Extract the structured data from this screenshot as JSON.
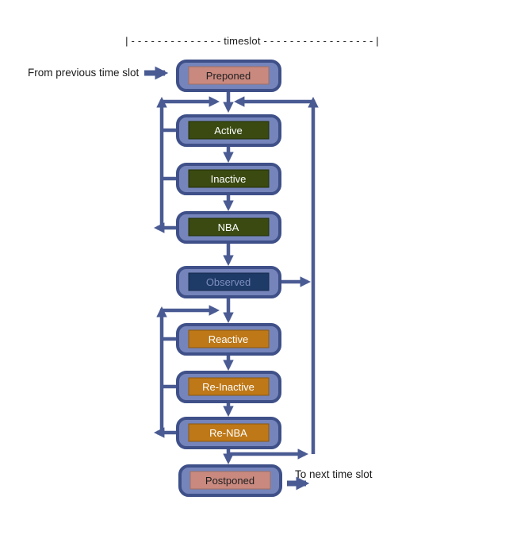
{
  "header": {
    "timeslot_line": "| - - - - - - - - - - - - - - timeslot - - - - - - - - - - - - - - - - - |"
  },
  "labels": {
    "from_previous": "From previous time slot",
    "to_next": "To next time slot"
  },
  "colors": {
    "background": "#FFFFFF",
    "line": "#4A5B93",
    "box_fill": "#7585BB",
    "box_border": "#3F5089",
    "text_dark": "#1A1A1A"
  },
  "nodes": [
    {
      "id": "preponed",
      "label": "Preponed",
      "inner_color": "#C9897F",
      "inner_stroke": "#9E6E66",
      "text_color": "#1F1F1F"
    },
    {
      "id": "active",
      "label": "Active",
      "inner_color": "#3A4A11",
      "inner_stroke": "#232E08",
      "text_color": "#FFFFFF"
    },
    {
      "id": "inactive",
      "label": "Inactive",
      "inner_color": "#3A4A11",
      "inner_stroke": "#232E08",
      "text_color": "#FFFFFF"
    },
    {
      "id": "nba",
      "label": "NBA",
      "inner_color": "#3A4A11",
      "inner_stroke": "#232E08",
      "text_color": "#FFFFFF"
    },
    {
      "id": "observed",
      "label": "Observed",
      "inner_color": "#1E3A66",
      "inner_stroke": "#152B4C",
      "text_color": "#7E8FC1"
    },
    {
      "id": "reactive",
      "label": "Reactive",
      "inner_color": "#BE7817",
      "inner_stroke": "#8A560F",
      "text_color": "#FFFFFF"
    },
    {
      "id": "re_inactive",
      "label": "Re-Inactive",
      "inner_color": "#BE7817",
      "inner_stroke": "#8A560F",
      "text_color": "#FFFFFF"
    },
    {
      "id": "re_nba",
      "label": "Re-NBA",
      "inner_color": "#BE7817",
      "inner_stroke": "#8A560F",
      "text_color": "#FFFFFF"
    },
    {
      "id": "postponed",
      "label": "Postponed",
      "inner_color": "#C9897F",
      "inner_stroke": "#9E6E66",
      "text_color": "#1F1F1F"
    }
  ],
  "edges": [
    {
      "from": "external-previous",
      "to": "preponed"
    },
    {
      "from": "preponed",
      "to": "active"
    },
    {
      "from": "active",
      "to": "inactive"
    },
    {
      "from": "inactive",
      "to": "nba"
    },
    {
      "from": "nba",
      "to": "observed"
    },
    {
      "from": "nba",
      "to": "active",
      "type": "loop-left"
    },
    {
      "from": "observed",
      "to": "active",
      "type": "loop-right"
    },
    {
      "from": "observed",
      "to": "reactive"
    },
    {
      "from": "reactive",
      "to": "re_inactive"
    },
    {
      "from": "re_inactive",
      "to": "re_nba"
    },
    {
      "from": "re_nba",
      "to": "reactive",
      "type": "loop-left"
    },
    {
      "from": "re_nba",
      "to": "postponed"
    },
    {
      "from": "re_nba",
      "to": "active",
      "type": "loop-right"
    },
    {
      "from": "postponed",
      "to": "external-next"
    }
  ]
}
